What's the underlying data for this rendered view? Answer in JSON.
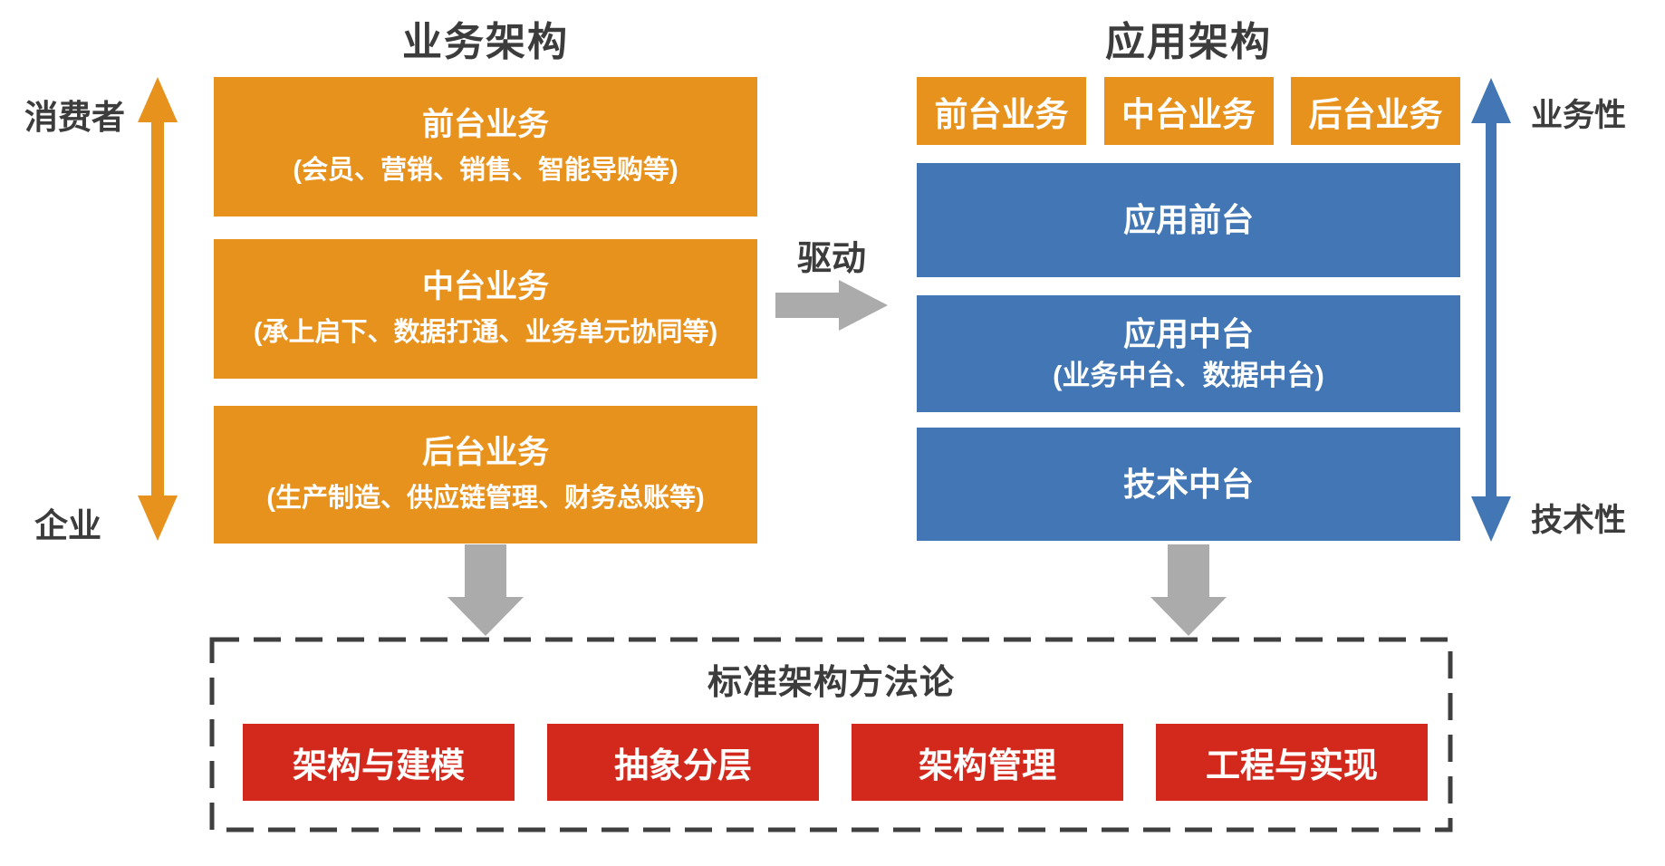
{
  "left": {
    "title": "业务架构",
    "axis": {
      "top": "消费者",
      "bottom": "企业"
    },
    "boxes": [
      {
        "title": "前台业务",
        "subtitle": "(会员、营销、销售、智能导购等)"
      },
      {
        "title": "中台业务",
        "subtitle": "(承上启下、数据打通、业务单元协同等)"
      },
      {
        "title": "后台业务",
        "subtitle": "(生产制造、供应链管理、财务总账等)"
      }
    ]
  },
  "drive_label": "驱动",
  "right": {
    "title": "应用架构",
    "axis": {
      "top": "业务性",
      "bottom": "技术性"
    },
    "top_boxes": [
      {
        "label": "前台业务"
      },
      {
        "label": "中台业务"
      },
      {
        "label": "后台业务"
      }
    ],
    "boxes": [
      {
        "title": "应用前台"
      },
      {
        "title": "应用中台",
        "subtitle": "(业务中台、数据中台)"
      },
      {
        "title": "技术中台"
      }
    ]
  },
  "methodology": {
    "title": "标准架构方法论",
    "boxes": [
      {
        "label": "架构与建模"
      },
      {
        "label": "抽象分层"
      },
      {
        "label": "架构管理"
      },
      {
        "label": "工程与实现"
      }
    ]
  },
  "colors": {
    "orange": "#E8921E",
    "blue": "#4276B4",
    "red": "#D3291D",
    "arrow_gray": "#ABABAB",
    "dark_text": "#3C3C3C",
    "dashed_border": "#3F3F3F"
  }
}
